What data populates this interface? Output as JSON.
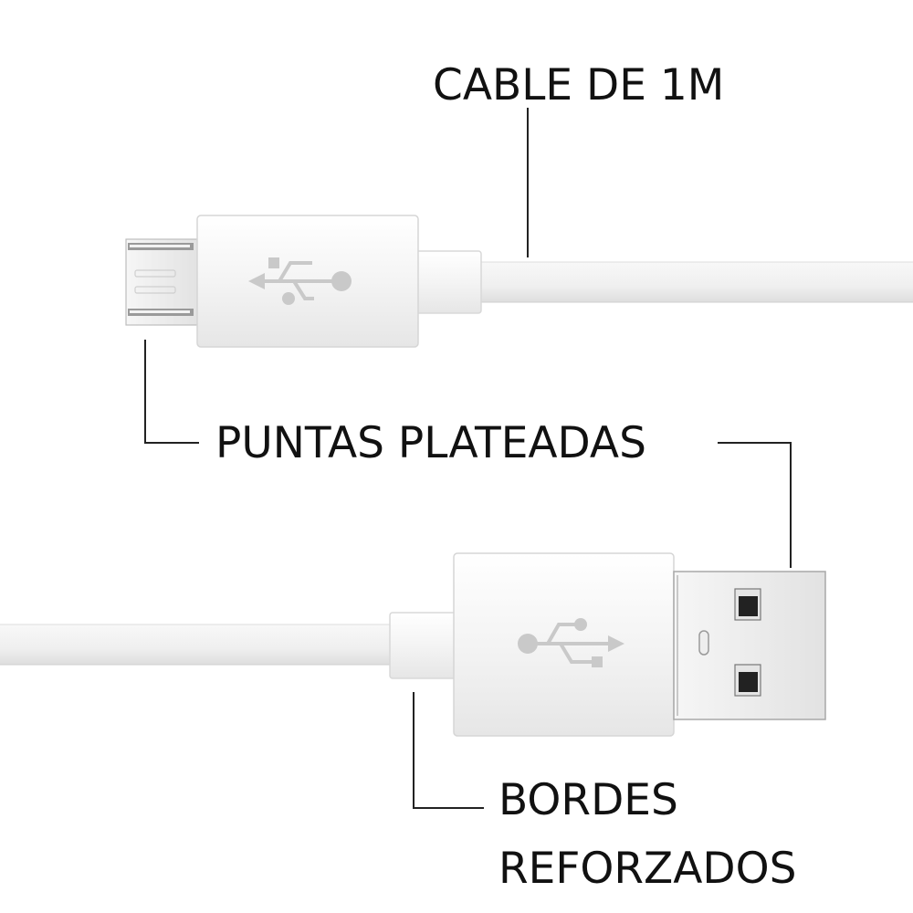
{
  "labels": {
    "cable_length": "CABLE DE 1M",
    "silver_tips": "PUNTAS PLATEADAS",
    "reinforced_edges_line1": "BORDES",
    "reinforced_edges_line2": "REFORZADOS"
  },
  "colors": {
    "background": "#ffffff",
    "plastic": "#f3f3f3",
    "plastic_edge": "#d6d6d6",
    "usb_symbol": "#c9c9c9",
    "metal": "#e9e9e9",
    "metal_edge": "#8c8c8c",
    "pin_hole": "#222222",
    "leader_line": "#222222",
    "text": "#111111"
  },
  "icons": [
    "usb-symbol-icon"
  ]
}
